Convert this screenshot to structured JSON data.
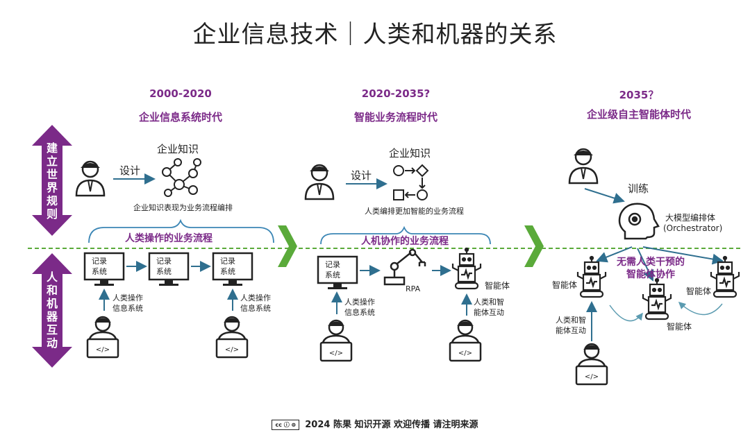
{
  "title": "企业信息技术｜人类和机器的关系",
  "side_labels": {
    "top": "建立世界规则",
    "bottom": "人和机器互动"
  },
  "eras": [
    {
      "year": "2000-2020",
      "name": "企业信息系统时代",
      "knowledge_title": "企业知识",
      "design_label": "设计",
      "knowledge_caption": "企业知识表现为业务流程编排",
      "process_label": "人类操作的业务流程",
      "systems": [
        "记录\n系统",
        "记录\n系统",
        "记录\n系统"
      ],
      "user_captions": [
        "人类操作\n信息系统",
        "人类操作\n信息系统"
      ]
    },
    {
      "year": "2020-2035?",
      "name": "智能业务流程时代",
      "knowledge_title": "企业知识",
      "design_label": "设计",
      "knowledge_caption": "人类编排更加智能的业务流程",
      "process_label": "人机协作的业务流程",
      "system": "记录\n系统",
      "rpa_label": "RPA",
      "agent_label": "智能体",
      "user_captions": [
        "人类操作\n信息系统",
        "人类和智\n能体互动"
      ]
    },
    {
      "year": "2035？",
      "name": "企业级自主智能体时代",
      "train_label": "训练",
      "orchestrator_label": "大模型编排体",
      "orchestrator_sub": "(Orchestrator)",
      "no_intervention": "无需人类干预的\n智能体协作",
      "agent_labels": [
        "智能体",
        "智能体",
        "智能体"
      ],
      "user_caption": "人类和智\n能体互动"
    }
  ],
  "footer": {
    "cc": "cc ⓘ ⊜",
    "text": "2024 陈果  知识开源 欢迎传播 请注明来源"
  },
  "colors": {
    "purple": "#7b2a88",
    "green": "#5aaa3a",
    "arrow_blue": "#2f6f8f",
    "bracket": "#3b86b5"
  }
}
